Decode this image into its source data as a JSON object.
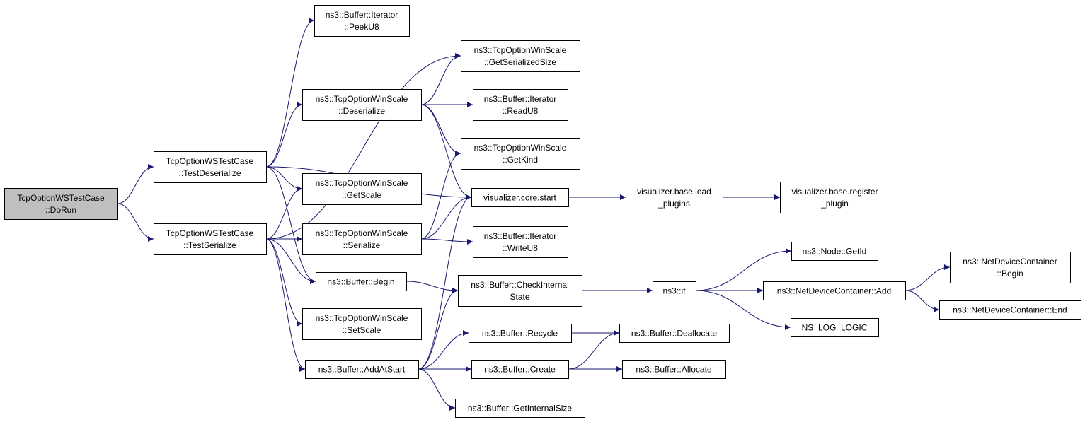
{
  "colors": {
    "node_fill": "#ffffff",
    "root_fill": "#bfbfbf",
    "edge": "#191970",
    "text": "#000000"
  },
  "nodes": [
    {
      "id": "dorun",
      "lines": [
        "TcpOptionWSTestCase",
        "::DoRun"
      ],
      "root": true
    },
    {
      "id": "testdeser",
      "lines": [
        "TcpOptionWSTestCase",
        "::TestDeserialize"
      ]
    },
    {
      "id": "testser",
      "lines": [
        "TcpOptionWSTestCase",
        "::TestSerialize"
      ]
    },
    {
      "id": "peeku8",
      "lines": [
        "ns3::Buffer::Iterator",
        "::PeekU8"
      ]
    },
    {
      "id": "deserialize",
      "lines": [
        "ns3::TcpOptionWinScale",
        "::Deserialize"
      ]
    },
    {
      "id": "getscale",
      "lines": [
        "ns3::TcpOptionWinScale",
        "::GetScale"
      ]
    },
    {
      "id": "serialize",
      "lines": [
        "ns3::TcpOptionWinScale",
        "::Serialize"
      ]
    },
    {
      "id": "bufbegin",
      "lines": [
        "ns3::Buffer::Begin"
      ]
    },
    {
      "id": "setscale",
      "lines": [
        "ns3::TcpOptionWinScale",
        "::SetScale"
      ]
    },
    {
      "id": "addatstart",
      "lines": [
        "ns3::Buffer::AddAtStart"
      ]
    },
    {
      "id": "getsersize",
      "lines": [
        "ns3::TcpOptionWinScale",
        "::GetSerializedSize"
      ]
    },
    {
      "id": "readu8",
      "lines": [
        "ns3::Buffer::Iterator",
        "::ReadU8"
      ]
    },
    {
      "id": "getkind",
      "lines": [
        "ns3::TcpOptionWinScale",
        "::GetKind"
      ]
    },
    {
      "id": "vizstart",
      "lines": [
        "visualizer.core.start"
      ]
    },
    {
      "id": "writeu8",
      "lines": [
        "ns3::Buffer::Iterator",
        "::WriteU8"
      ]
    },
    {
      "id": "checkint",
      "lines": [
        "ns3::Buffer::CheckInternal",
        "State"
      ]
    },
    {
      "id": "recycle",
      "lines": [
        "ns3::Buffer::Recycle"
      ]
    },
    {
      "id": "create",
      "lines": [
        "ns3::Buffer::Create"
      ]
    },
    {
      "id": "getintsize",
      "lines": [
        "ns3::Buffer::GetInternalSize"
      ]
    },
    {
      "id": "loadplugins",
      "lines": [
        "visualizer.base.load",
        "_plugins"
      ]
    },
    {
      "id": "regplugin",
      "lines": [
        "visualizer.base.register",
        "_plugin"
      ]
    },
    {
      "id": "nsif",
      "lines": [
        "ns3::if"
      ]
    },
    {
      "id": "dealloc",
      "lines": [
        "ns3::Buffer::Deallocate"
      ]
    },
    {
      "id": "alloc",
      "lines": [
        "ns3::Buffer::Allocate"
      ]
    },
    {
      "id": "getid",
      "lines": [
        "ns3::Node::GetId"
      ]
    },
    {
      "id": "ndcadd",
      "lines": [
        "ns3::NetDeviceContainer::Add"
      ]
    },
    {
      "id": "nslog",
      "lines": [
        "NS_LOG_LOGIC"
      ]
    },
    {
      "id": "ndcbegin",
      "lines": [
        "ns3::NetDeviceContainer",
        "::Begin"
      ]
    },
    {
      "id": "ndcend",
      "lines": [
        "ns3::NetDeviceContainer::End"
      ]
    }
  ],
  "edges": [
    [
      "dorun",
      "testdeser"
    ],
    [
      "dorun",
      "testser"
    ],
    [
      "testdeser",
      "peeku8"
    ],
    [
      "testdeser",
      "deserialize"
    ],
    [
      "testdeser",
      "vizstart"
    ],
    [
      "testdeser",
      "getscale"
    ],
    [
      "testdeser",
      "bufbegin"
    ],
    [
      "testser",
      "getsersize"
    ],
    [
      "testser",
      "getscale"
    ],
    [
      "testser",
      "serialize"
    ],
    [
      "testser",
      "bufbegin"
    ],
    [
      "testser",
      "setscale"
    ],
    [
      "testser",
      "addatstart"
    ],
    [
      "deserialize",
      "getsersize"
    ],
    [
      "deserialize",
      "readu8"
    ],
    [
      "deserialize",
      "getkind"
    ],
    [
      "deserialize",
      "vizstart"
    ],
    [
      "serialize",
      "getkind"
    ],
    [
      "serialize",
      "vizstart"
    ],
    [
      "serialize",
      "writeu8"
    ],
    [
      "bufbegin",
      "checkint"
    ],
    [
      "addatstart",
      "vizstart"
    ],
    [
      "addatstart",
      "checkint"
    ],
    [
      "addatstart",
      "recycle"
    ],
    [
      "addatstart",
      "create"
    ],
    [
      "addatstart",
      "getintsize"
    ],
    [
      "vizstart",
      "loadplugins"
    ],
    [
      "loadplugins",
      "regplugin"
    ],
    [
      "checkint",
      "nsif"
    ],
    [
      "nsif",
      "getid"
    ],
    [
      "nsif",
      "ndcadd"
    ],
    [
      "nsif",
      "nslog"
    ],
    [
      "ndcadd",
      "ndcbegin"
    ],
    [
      "ndcadd",
      "ndcend"
    ],
    [
      "recycle",
      "dealloc"
    ],
    [
      "create",
      "dealloc"
    ],
    [
      "create",
      "alloc"
    ]
  ]
}
